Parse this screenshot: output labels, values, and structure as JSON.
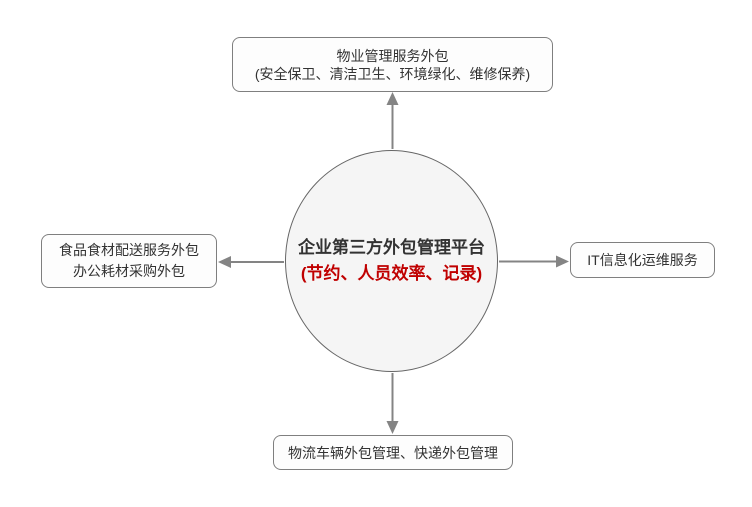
{
  "diagram": {
    "center": {
      "title": "企业第三方外包管理平台",
      "subtitle": "(节约、人员效率、记录)"
    },
    "nodes": {
      "top": {
        "line1": "物业管理服务外包",
        "line2": "(安全保卫、清洁卫生、环境绿化、维修保养)"
      },
      "left": {
        "line1": "食品食材配送服务外包",
        "line2": "办公耗材采购外包"
      },
      "right": {
        "line1": "IT信息化运维服务"
      },
      "bottom": {
        "line1": "物流车辆外包管理、快递外包管理"
      }
    },
    "colors": {
      "background": "#ffffff",
      "box_fill": "#fdfdfd",
      "box_border": "#7f7f7f",
      "circle_fill": "#f5f5f5",
      "circle_border": "#666666",
      "text_dark": "#333333",
      "accent_red": "#c00000",
      "arrow_gray": "#848484"
    }
  }
}
